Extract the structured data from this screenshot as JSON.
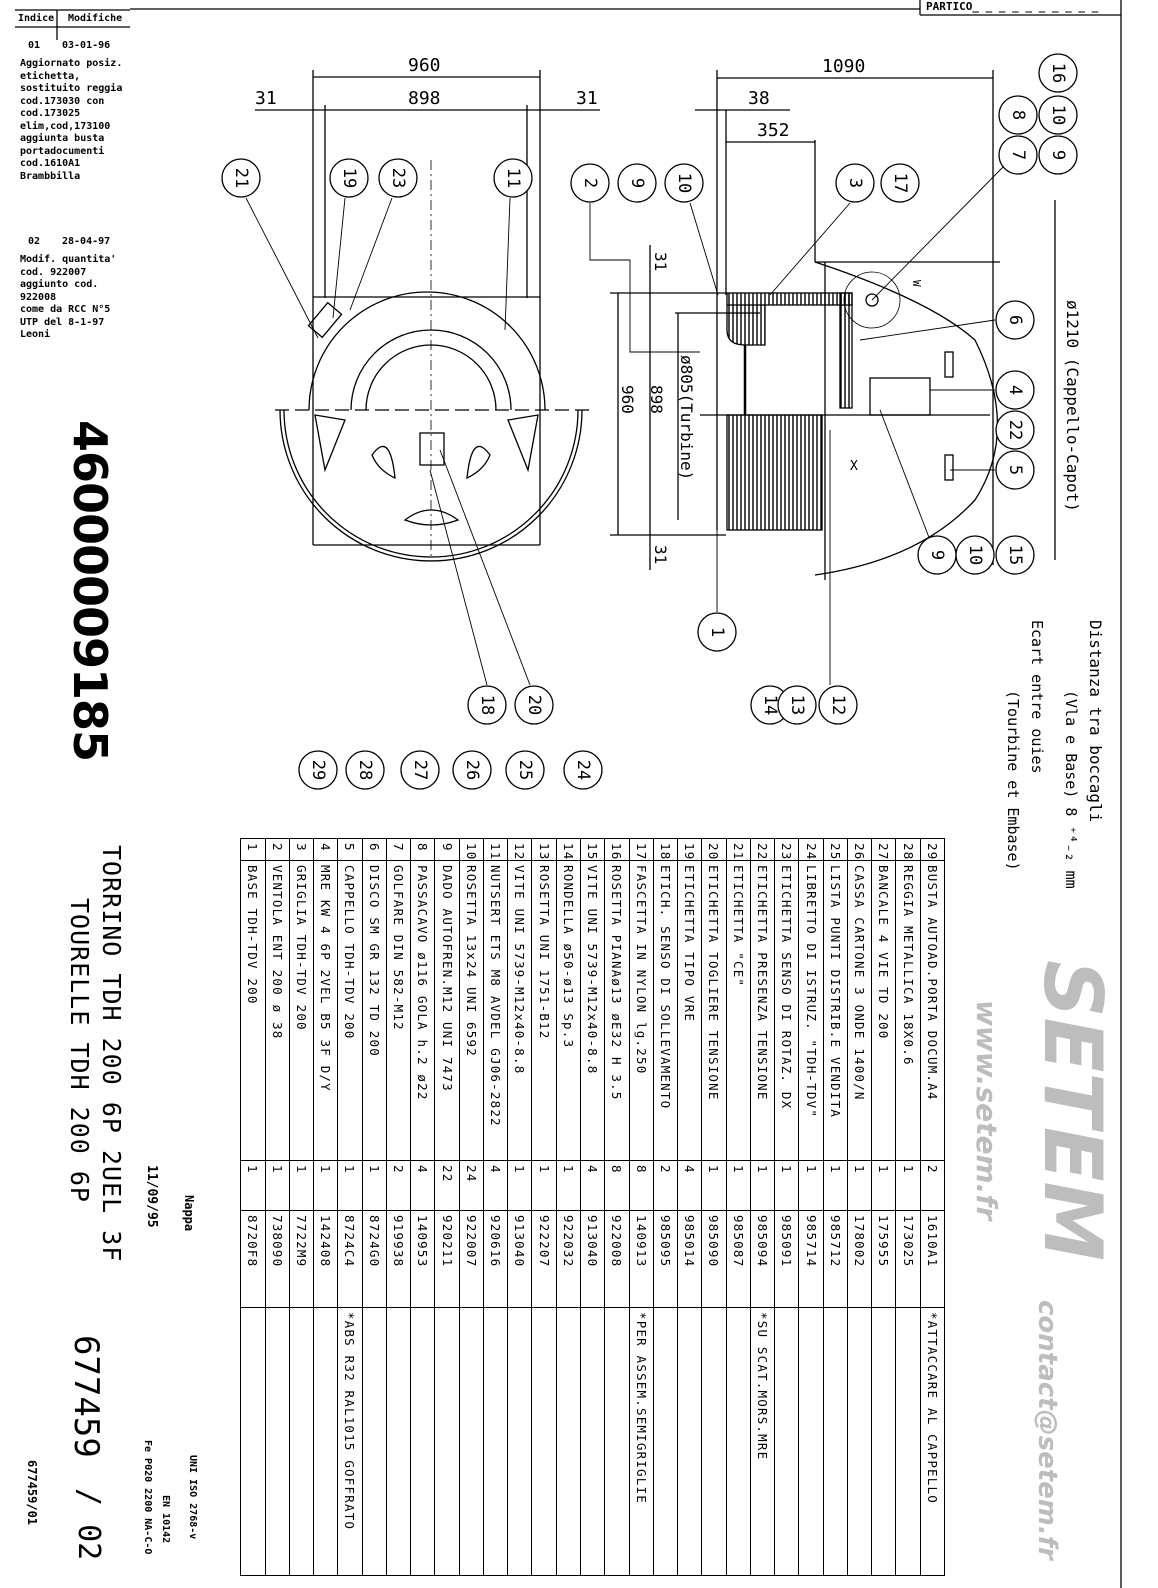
{
  "header": {
    "partico_label": "PARTICO_ _ _ _ _ _ _ _ _ _"
  },
  "revisions": {
    "col_index": "Indice",
    "col_changes": "Modifiche",
    "entries": [
      {
        "index": "01",
        "date": "03-01-96",
        "lines": [
          "Aggiornato posiz.",
          "etichetta,",
          "sostituito reggia",
          "cod.173030 con",
          "cod.173025",
          "elim,cod,173100",
          "aggiunta busta",
          "portadocumenti",
          "cod.1610A1",
          "Brambbilla"
        ]
      },
      {
        "index": "02",
        "date": "28-04-97",
        "lines": [
          "Modif. quantita'",
          "cod. 922007",
          "aggiunto cod.",
          "922008",
          "come da RCC N°5",
          "UTP del 8-1-97",
          "Leoni"
        ]
      }
    ]
  },
  "part_number": "46000009185",
  "title": {
    "line_it": "TORRINO TDH 200 6P 2UEL 3F",
    "line_fr": "TOURELLE TDH 200 6P",
    "date": "11/09/95",
    "author": "Nappa",
    "drawing_number": "677459",
    "sheet": "/ 02",
    "tolerance_std": "UNI ISO 2768-v",
    "material_std": "EN 10142",
    "material": "Fe P020 2200 NA-C-O",
    "file_ref": "677459/01"
  },
  "dimensions": {
    "front_overall": "960",
    "front_inner": "898",
    "front_left": "31",
    "front_right": "31",
    "side_overall": "1090",
    "side_offset": "38",
    "side_depth": "352",
    "side_top": "31",
    "side_bottom": "31",
    "side_height": "960",
    "side_inner": "898",
    "turbine_dia": "ø805(Turbine)",
    "cap_dia": "ø1210 (Cappello-Capot)",
    "detail_x": "X",
    "detail_w": "W"
  },
  "notes_right": {
    "distance_it": "Distanza tra boccagli",
    "distance_it_sub": "(Vla e Base) 8 ⁺⁴₋₂ mm",
    "distance_fr": "Ecart entre ouies",
    "distance_fr_sub": "(Tourbine et Embase)"
  },
  "balloons": [
    "21",
    "19",
    "23",
    "11",
    "2",
    "9",
    "10",
    "3",
    "17",
    "16",
    "10",
    "9",
    "8",
    "7",
    "6",
    "4",
    "22",
    "5",
    "9",
    "10",
    "15",
    "1",
    "14",
    "13",
    "12",
    "18",
    "20",
    "29",
    "28",
    "27",
    "26",
    "25",
    "24"
  ],
  "bom": [
    {
      "pos": "1",
      "desc": "BASE TDH-TDV 200",
      "qty": "1",
      "code": "8720F8",
      "note": ""
    },
    {
      "pos": "2",
      "desc": "VENTOLA ENT 200 ø 38",
      "qty": "1",
      "code": "738090",
      "note": ""
    },
    {
      "pos": "3",
      "desc": "GRIGLIA TDH-TDV 200",
      "qty": "1",
      "code": "7722M9",
      "note": ""
    },
    {
      "pos": "4",
      "desc": "MRE KW 4 6P 2VEL B5 3F D/Y",
      "qty": "1",
      "code": "142408",
      "note": ""
    },
    {
      "pos": "5",
      "desc": "CAPPELLO TDH-TDV 200",
      "qty": "1",
      "code": "8724C4",
      "note": "*ABS R32 RAL1015 GOFFRATO"
    },
    {
      "pos": "6",
      "desc": "DISCO SM GR 132 TD 200",
      "qty": "1",
      "code": "8724G0",
      "note": ""
    },
    {
      "pos": "7",
      "desc": "GOLFARE DIN 582-M12",
      "qty": "2",
      "code": "919938",
      "note": ""
    },
    {
      "pos": "8",
      "desc": "PASSACAVO ø116 GOLA h.2 ø22",
      "qty": "4",
      "code": "140953",
      "note": ""
    },
    {
      "pos": "9",
      "desc": "DADO AUTOFREN.M12 UNI 7473",
      "qty": "22",
      "code": "920211",
      "note": ""
    },
    {
      "pos": "10",
      "desc": "ROSETTA 13x24 UNI 6592",
      "qty": "24",
      "code": "922007",
      "note": ""
    },
    {
      "pos": "11",
      "desc": "NUTSERT ETS M8 AVDEL GJ06-2822",
      "qty": "4",
      "code": "920616",
      "note": ""
    },
    {
      "pos": "12",
      "desc": "VITE UNI 5739-M12x40-8.8",
      "qty": "1",
      "code": "913040",
      "note": ""
    },
    {
      "pos": "13",
      "desc": "ROSETTA UNI 1751-B12",
      "qty": "1",
      "code": "922207",
      "note": ""
    },
    {
      "pos": "14",
      "desc": "RONDELLA ø50-ø13 Sp.3",
      "qty": "1",
      "code": "922032",
      "note": ""
    },
    {
      "pos": "15",
      "desc": "VITE UNI 5739-M12x40-8.8",
      "qty": "4",
      "code": "913040",
      "note": ""
    },
    {
      "pos": "16",
      "desc": "ROSETTA PIANAø13 øE32 H 3.5",
      "qty": "8",
      "code": "922008",
      "note": ""
    },
    {
      "pos": "17",
      "desc": "FASCETTA IN NYLON lg.250",
      "qty": "8",
      "code": "140913",
      "note": "*PER ASSEM.SEMIGRIGLIE"
    },
    {
      "pos": "18",
      "desc": "ETICH. SENSO DI SOLLEVAMENTO",
      "qty": "2",
      "code": "985095",
      "note": ""
    },
    {
      "pos": "19",
      "desc": "ETICHETTA TIPO VRE",
      "qty": "4",
      "code": "985014",
      "note": ""
    },
    {
      "pos": "20",
      "desc": "ETICHETTA TOGLIERE TENSIONE",
      "qty": "1",
      "code": "985090",
      "note": ""
    },
    {
      "pos": "21",
      "desc": "ETICHETTA \"CE\"",
      "qty": "1",
      "code": "985087",
      "note": ""
    },
    {
      "pos": "22",
      "desc": "ETICHETTA PRESENZA TENSIONE",
      "qty": "1",
      "code": "985094",
      "note": "*SU SCAT.MORS.MRE"
    },
    {
      "pos": "23",
      "desc": "ETICHETTA SENSO DI ROTAZ. DX",
      "qty": "1",
      "code": "985091",
      "note": ""
    },
    {
      "pos": "24",
      "desc": "LIBRETTO DI ISTRUZ. \"TDH-TDV\"",
      "qty": "1",
      "code": "985714",
      "note": ""
    },
    {
      "pos": "25",
      "desc": "LISTA PUNTI DISTRIB.E VENDITA",
      "qty": "1",
      "code": "985712",
      "note": ""
    },
    {
      "pos": "26",
      "desc": "CASSA CARTONE 3 ONDE 1400/N",
      "qty": "1",
      "code": "178002",
      "note": ""
    },
    {
      "pos": "27",
      "desc": "BANCALE 4 VIE TD 200",
      "qty": "1",
      "code": "175955",
      "note": ""
    },
    {
      "pos": "28",
      "desc": "REGGIA METALLICA 18X0.6",
      "qty": "1",
      "code": "173025",
      "note": ""
    },
    {
      "pos": "29",
      "desc": "BUSTA AUTOAD.PORTA DOCUM.A4",
      "qty": "2",
      "code": "1610A1",
      "note": "*ATTACCARE AL CAPPELLO"
    }
  ],
  "watermark": {
    "brand": "SETEM",
    "site": "www.setem.fr",
    "email": "contact@setem.fr",
    "color": "#bdbdbd"
  }
}
